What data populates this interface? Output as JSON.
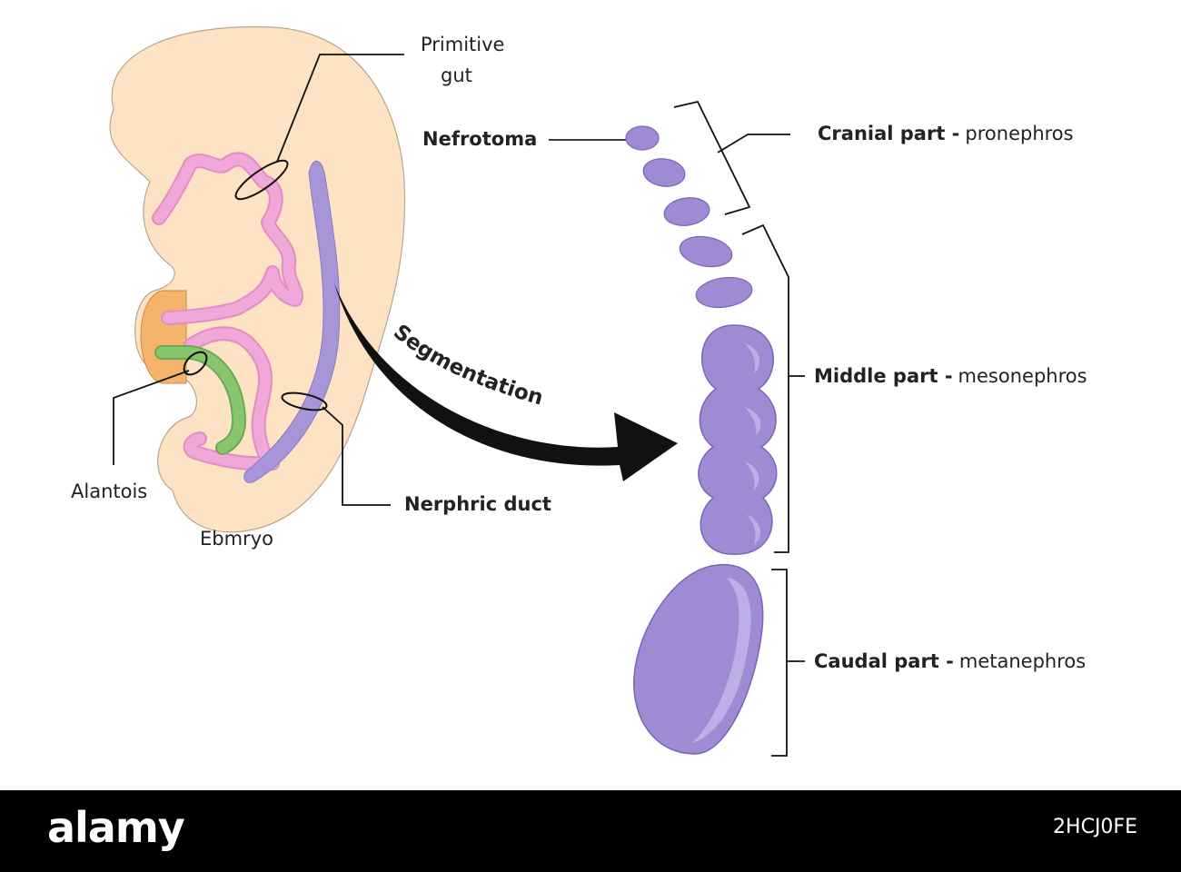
{
  "labels": {
    "primitive_gut_line1": "Primitive",
    "primitive_gut_line2": "gut",
    "alantois": "Alantois",
    "embryo": "Ebmryo",
    "nerphric_duct": "Nerphric duct",
    "nefrotoma": "Nefrotoma",
    "segmentation": "Segmentation"
  },
  "parts": [
    {
      "bold": "Cranial part -",
      "name": "pronephros"
    },
    {
      "bold": "Middle part -",
      "name": "mesonephros"
    },
    {
      "bold": "Caudal part -",
      "name": "metanephros"
    }
  ],
  "footer": {
    "brand": "alamy",
    "image_id": "2HCJ0FE"
  },
  "colors": {
    "embryo_body": "#fde3c3",
    "gut": "#f0a8d8",
    "nephric_duct": "#a696d8",
    "allantois": "#87c56e",
    "kidney": "#a08ad4",
    "kidney_highlight": "#bdaee6",
    "footer_bg": "#000000"
  }
}
